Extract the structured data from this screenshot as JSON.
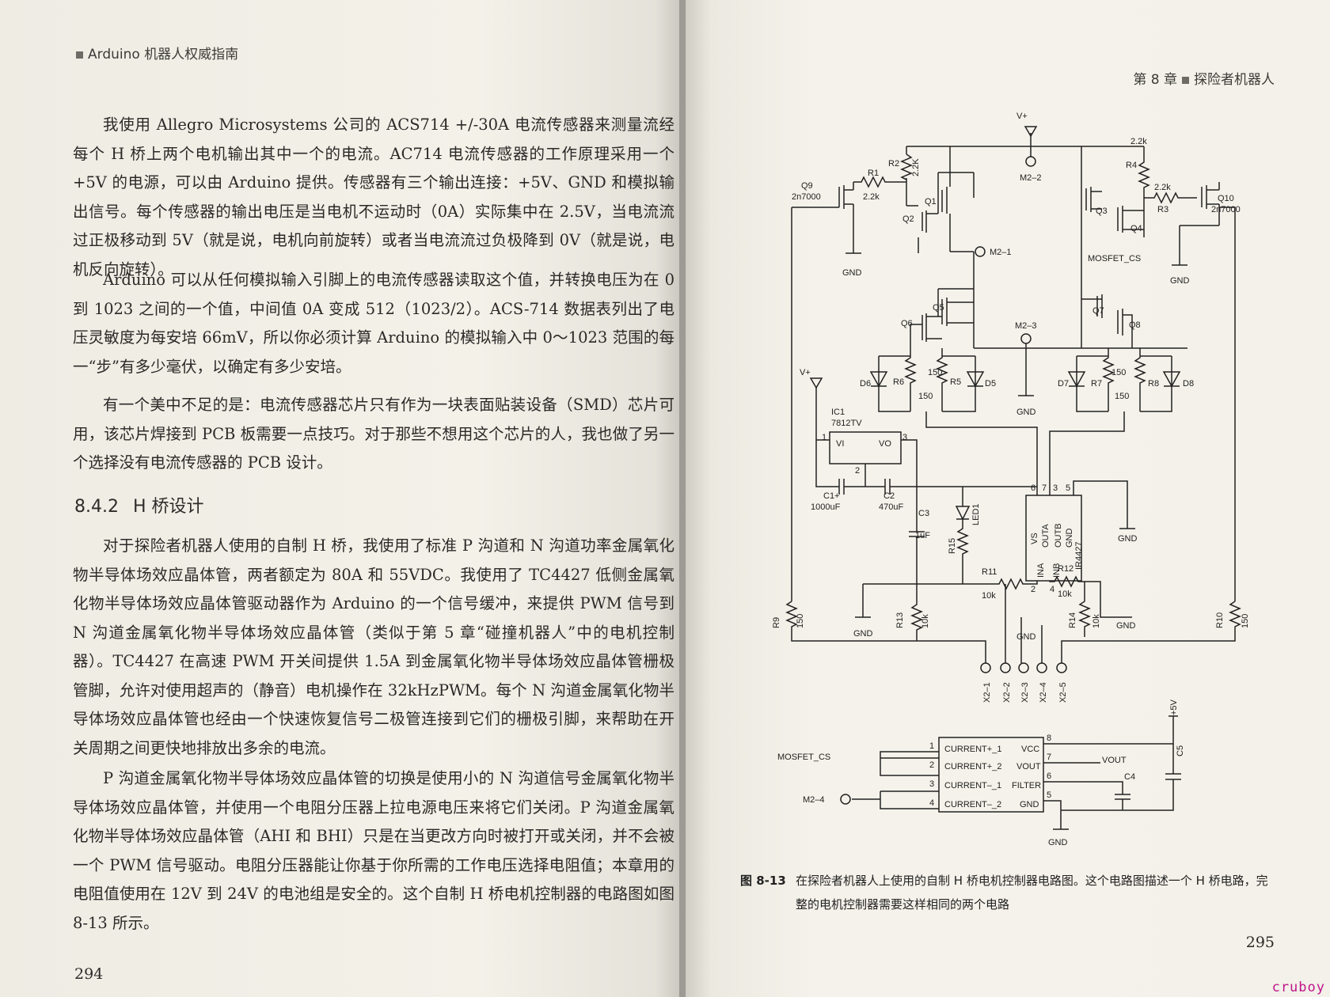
{
  "left_page": {
    "running_head": "Arduino 机器人权威指南",
    "page_number": "294",
    "paragraphs": [
      "我使用 Allegro Microsystems 公司的 ACS714 +/-30A 电流传感器来测量流经每个 H 桥上两个电机输出其中一个的电流。AC714 电流传感器的工作原理采用一个+5V 的电源，可以由 Arduino 提供。传感器有三个输出连接：+5V、GND 和模拟输出信号。每个传感器的输出电压是当电机不运动时（0A）实际集中在 2.5V，当电流流过正极移动到 5V（就是说，电机向前旋转）或者当电流流过负极降到 0V（就是说，电机反向旋转）。",
      "Arduino 可以从任何模拟输入引脚上的电流传感器读取这个值，并转换电压为在 0 到 1023 之间的一个值，中间值 0A 变成 512（1023/2）。ACS-714 数据表列出了电压灵敏度为每安培 66mV，所以你必须计算 Arduino 的模拟输入中 0～1023 范围的每一“步”有多少毫伏，以确定有多少安培。",
      "有一个美中不足的是：电流传感器芯片只有作为一块表面贴装设备（SMD）芯片可用，该芯片焊接到 PCB 板需要一点技巧。对于那些不想用这个芯片的人，我也做了另一个选择没有电流传感器的 PCB 设计。",
      "对于探险者机器人使用的自制 H 桥，我使用了标准 P 沟道和 N 沟道功率金属氧化物半导体场效应晶体管，两者额定为 80A 和 55VDC。我使用了 TC4427 低侧金属氧化物半导体场效应晶体管驱动器作为 Arduino 的一个信号缓冲，来提供 PWM 信号到 N 沟道金属氧化物半导体场效应晶体管（类似于第 5 章“碰撞机器人”中的电机控制器）。TC4427 在高速 PWM 开关间提供 1.5A 到金属氧化物半导体场效应晶体管栅极管脚，允许对使用超声的（静音）电机操作在 32kHzPWM。每个 N 沟道金属氧化物半导体场效应晶体管也经由一个快速恢复信号二极管连接到它们的栅极引脚，来帮助在开关周期之间更快地排放出多余的电流。",
      "P 沟道金属氧化物半导体场效应晶体管的切换是使用小的 N 沟道信号金属氧化物半导体场效应晶体管，并使用一个电阻分压器上拉电源电压来将它们关闭。P 沟道金属氧化物半导体场效应晶体管（AHI 和 BHI）只是在当更改方向时被打开或关闭，并不会被一个 PWM 信号驱动。电阻分压器能让你基于你所需的工作电压选择电阻值；本章用的电阻值使用在 12V 到 24V 的电池组是安全的。这个自制 H 桥电机控制器的电路图如图 8-13 所示。"
    ],
    "section": {
      "number": "8.4.2",
      "title": "H 桥设计"
    }
  },
  "right_page": {
    "running_head_chapter": "第 8 章",
    "running_head_title": "探险者机器人",
    "page_number": "295",
    "figure_label": "图 8-13",
    "caption": "在探险者机器人上使用的自制 H 桥电机控制器电路图。这个电路图描述一个 H 桥电路，完整的电机控制器需要这样相同的两个电路",
    "schematic": {
      "vplus": "V+",
      "gnd": "GND",
      "q9": "Q9",
      "q9_part": "2n7000",
      "q10": "Q10",
      "q10_part": "2n7000",
      "r1": "R1",
      "r1_val": "2.2k",
      "r2": "R2",
      "r2_val": "2.2K",
      "r3": "R3",
      "r3_val": "2.2k",
      "r4": "R4",
      "r4_val": "2.2k",
      "q1": "Q1",
      "q2": "Q2",
      "q3": "Q3",
      "q4": "Q4",
      "q5": "Q5",
      "q6": "Q6",
      "q7": "Q7",
      "q8": "Q8",
      "m2_1": "M2–1",
      "m2_2": "M2–2",
      "m2_3": "M2–3",
      "m2_4": "M2–4",
      "mosfet_cs": "MOSFET_CS",
      "d5": "D5",
      "d6": "D6",
      "d7": "D7",
      "d8": "D8",
      "r5": "R5",
      "r6": "R6",
      "r7": "R7",
      "r8": "R8",
      "r150": "150",
      "ic1": "IC1",
      "ic1_part": "7812TV",
      "vi": "VI",
      "vo": "VO",
      "pin1": "1",
      "pin2": "2",
      "pin3": "3",
      "c1": "C1+",
      "c1_val": "1000uF",
      "c2": "C2",
      "c2_val": "470uF",
      "c3": "C3",
      "c3_val": "1uF",
      "led1": "LED1",
      "r15": "R15",
      "ir_part": "IR4427",
      "ir_pins": {
        "p6": "6",
        "p7": "7",
        "p3": "3",
        "p5": "5",
        "p2": "2",
        "p4": "4"
      },
      "ir_labels": {
        "vs": "VS",
        "outa": "OUTA",
        "outb": "OUTB",
        "gnd": "GND",
        "ina": "INA",
        "inb": "INB"
      },
      "r9": "R9",
      "r9_val": "150",
      "r10": "R10",
      "r10_val": "150",
      "r11": "R11",
      "r11_val": "10k",
      "r12": "R12",
      "r12_val": "10k",
      "r13": "R13",
      "r13_val": "10k",
      "r14": "R14",
      "r14_val": "10k",
      "x2": [
        "X2–1",
        "X2–2",
        "X2–3",
        "X2–4",
        "X2–5"
      ],
      "cs_pins": [
        "CURRENT+_1",
        "CURRENT+_2",
        "CURRENT–_1",
        "CURRENT–_2"
      ],
      "cs_right": [
        "VCC",
        "VOUT",
        "FILTER",
        "GND"
      ],
      "cs_nums": [
        "1",
        "2",
        "3",
        "4",
        "8",
        "7",
        "6",
        "5"
      ],
      "vout": "VOUT",
      "plus5v": "+5V",
      "c4": "C4",
      "c5": "C5"
    }
  },
  "watermark": "cruboy"
}
